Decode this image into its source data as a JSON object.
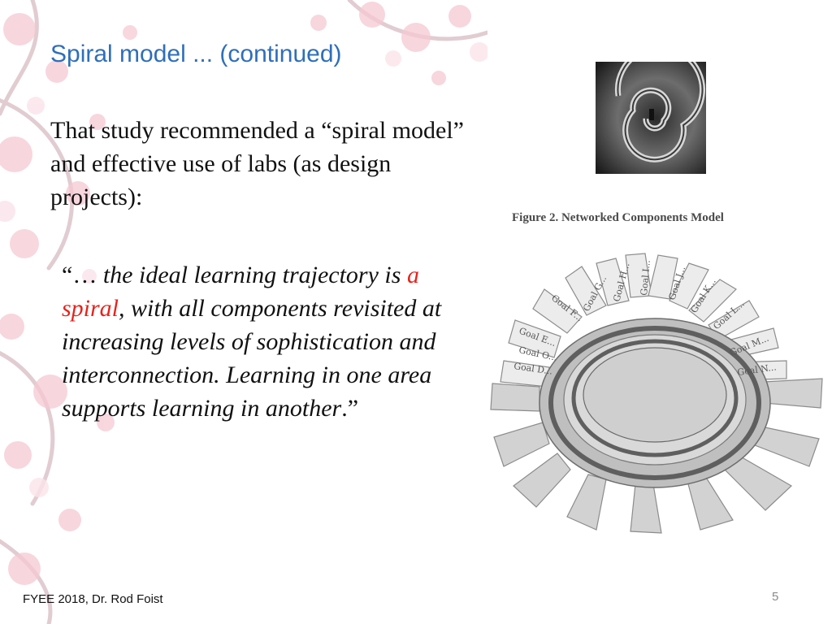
{
  "slide": {
    "title": "Spiral model ... (continued)",
    "body_text": "That study recommended a “spiral model” and effective use of labs (as design projects):",
    "quote": {
      "open": "“… ",
      "part1": "the ideal learning trajectory is ",
      "highlight": "a spiral",
      "part2": ", with all components revisited at increasing levels of sophistication and interconnection. Learning in one area supports learning in another",
      "close": ".”"
    },
    "figure_caption": "Figure 2. Networked Components Model",
    "figure_goal_labels": [
      "Goal D...",
      "Goal E...",
      "Goal F...",
      "Goal G...",
      "Goal H...",
      "Goal I...",
      "Goal J...",
      "Goal K...",
      "Goal L...",
      "Goal M...",
      "Goal N...",
      "Goal O..."
    ],
    "footer": "FYEE 2018, Dr. Rod Foist",
    "page_number": "5"
  },
  "colors": {
    "title": "#2f6fba",
    "highlight": "#e8221c",
    "blossom": "#f6c9d4",
    "branch": "#c9a3ad"
  },
  "icons": {
    "photo": "spiral-staircase-photo",
    "figure": "networked-components-wheel"
  }
}
